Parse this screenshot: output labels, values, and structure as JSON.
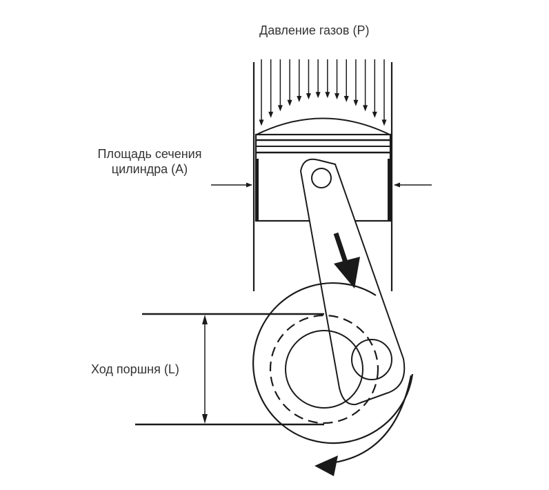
{
  "labels": {
    "gas_pressure": "Давление газов (P)",
    "cylinder_area_line1": "Площадь сечения",
    "cylinder_area_line2": "цилиндра (A)",
    "piston_stroke": "Ход поршня (L)"
  },
  "colors": {
    "ink": "#1a1a1a",
    "text": "#333333",
    "background": "#ffffff"
  }
}
